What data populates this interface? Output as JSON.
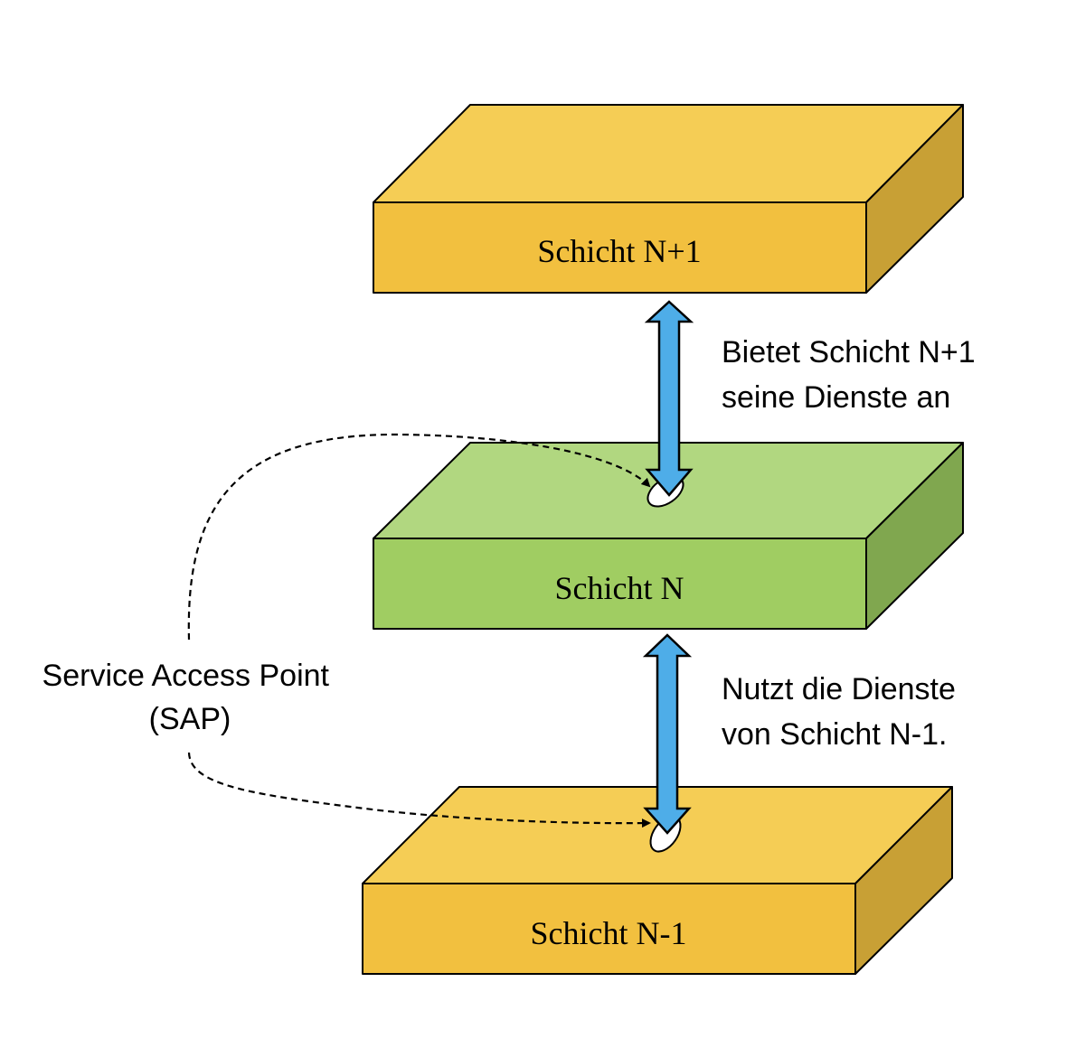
{
  "diagram": {
    "layers": [
      {
        "id": "layer-n-plus-1",
        "label": "Schicht N+1",
        "colors": {
          "top": "#F5CD55",
          "front": "#F2C03F",
          "side": "#C8A035"
        }
      },
      {
        "id": "layer-n",
        "label": "Schicht N",
        "colors": {
          "top": "#B1D780",
          "front": "#A0CD62",
          "side": "#80A74F"
        }
      },
      {
        "id": "layer-n-minus-1",
        "label": "Schicht N-1",
        "colors": {
          "top": "#F5CD55",
          "front": "#F2C03F",
          "side": "#C8A035"
        }
      }
    ],
    "connections": [
      {
        "from": "layer-n",
        "to": "layer-n-plus-1",
        "type": "bidirectional",
        "color": "#4EADE8",
        "label_lines": [
          "Bietet Schicht N+1",
          "seine Dienste an"
        ]
      },
      {
        "from": "layer-n-minus-1",
        "to": "layer-n",
        "type": "bidirectional",
        "color": "#4EADE8",
        "label_lines": [
          "Nutzt die Dienste",
          "von Schicht N-1."
        ]
      }
    ],
    "sap": {
      "label_lines": [
        "Service Access Point",
        "(SAP)"
      ],
      "targets": [
        "layer-n",
        "layer-n-minus-1"
      ],
      "fill": "#FFFFFF"
    }
  }
}
